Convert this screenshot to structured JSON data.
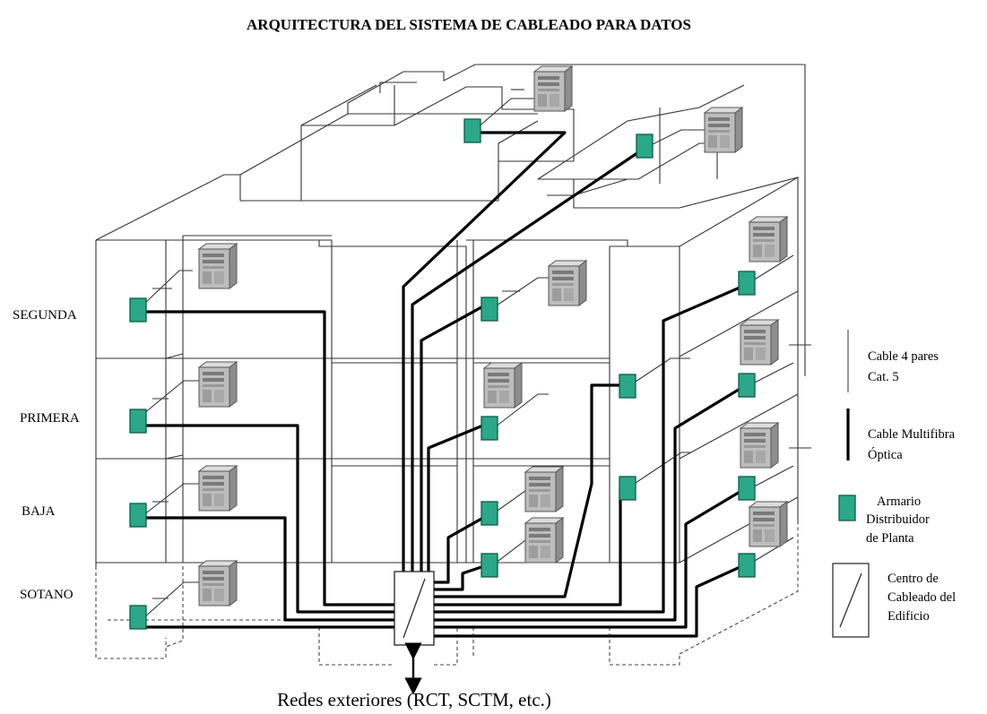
{
  "title": "ARQUITECTURA DEL SISTEMA DE CABLEADO PARA  DATOS",
  "floors": {
    "segunda": "SEGUNDA",
    "primera": "PRIMERA",
    "baja": "BAJA",
    "sotano": "SOTANO"
  },
  "legend": {
    "cat5_line1": "Cable 4 pares",
    "cat5_line2": "Cat. 5",
    "fiber_line1": "Cable Multifibra",
    "fiber_line2": "Óptica",
    "closet_line1": "Armario",
    "closet_line2": "Distribuidor",
    "closet_line3": "de Planta",
    "center_line1": "Centro de",
    "center_line2": "Cableado del",
    "center_line3": "Edificio"
  },
  "external_networks": "Redes exteriores (RCT, SCTM, etc.)",
  "colors": {
    "closet": "#2aa889",
    "closet_border": "#0f5a45",
    "fiber": "#000000",
    "thin_cable": "#333333",
    "server": "#b9b9b9"
  },
  "icons": {
    "closet": "green-square-icon",
    "center": "slashed-rectangle-icon",
    "server": "server-tower-icon",
    "arrow": "double-arrow-icon"
  }
}
